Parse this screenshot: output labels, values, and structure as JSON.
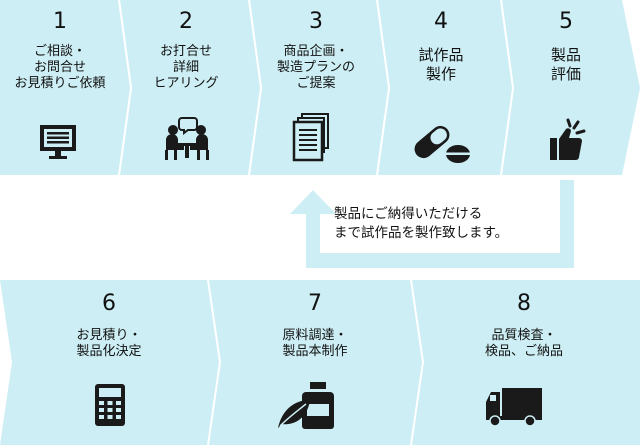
{
  "steps_top": [
    {
      "number": "1",
      "lines": [
        "ご相談・",
        "お問合せ",
        "お見積りご依頼"
      ],
      "icon": "monitor-icon"
    },
    {
      "number": "2",
      "lines": [
        "お打合せ",
        "詳細",
        "ヒアリング"
      ],
      "icon": "meeting-icon"
    },
    {
      "number": "3",
      "lines": [
        "商品企画・",
        "製造プランの",
        "ご提案"
      ],
      "icon": "documents-icon"
    },
    {
      "number": "4",
      "lines": [
        "試作品",
        "製作"
      ],
      "icon": "capsule-pill-icon"
    },
    {
      "number": "5",
      "lines": [
        "製品",
        "評価"
      ],
      "icon": "thumbs-up-icon"
    }
  ],
  "note": [
    "製品にご納得いただける",
    "まで試作品を製作致します。"
  ],
  "steps_bottom": [
    {
      "number": "6",
      "lines": [
        "お見積り・",
        "製品化決定"
      ],
      "icon": "calculator-icon"
    },
    {
      "number": "7",
      "lines": [
        "原料調達・",
        "製品本制作"
      ],
      "icon": "bottle-leaf-icon"
    },
    {
      "number": "8",
      "lines": [
        "品質検査・",
        "検品、ご納品"
      ],
      "icon": "truck-icon"
    }
  ],
  "colors": {
    "box": "#cdeef4",
    "arrow": "#cdeef4",
    "text": "#111111",
    "icon": "#1a1a1a"
  }
}
